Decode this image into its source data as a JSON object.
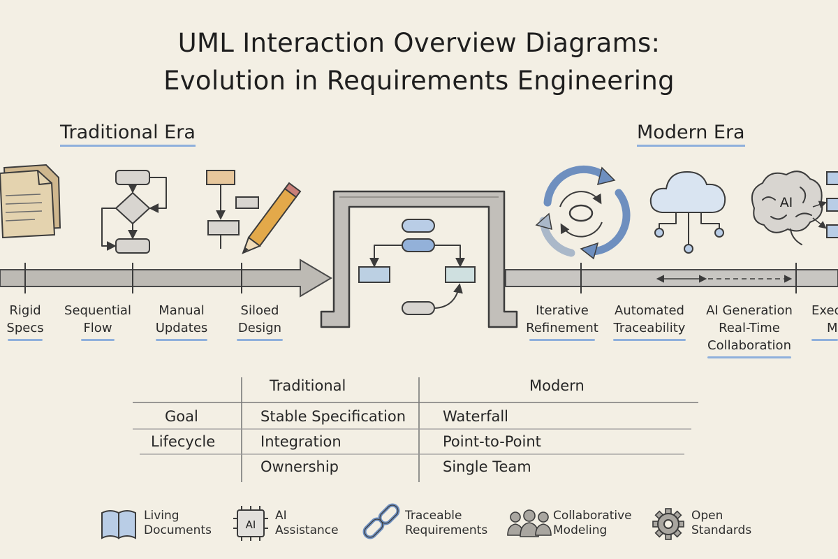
{
  "title": {
    "line1": "UML Interaction Overview Diagrams:",
    "line2": "Evolution in Requirements Engineering"
  },
  "eras": {
    "traditional": "Traditional Era",
    "modern": "Modern Era"
  },
  "traditional_stages": [
    {
      "line1": "Rigid",
      "line2": "Specs"
    },
    {
      "line1": "Sequential",
      "line2": "Flow"
    },
    {
      "line1": "Manual",
      "line2": "Updates"
    },
    {
      "line1": "Siloed",
      "line2": "Design"
    }
  ],
  "modern_stages": [
    {
      "line1": "Iterative",
      "line2": "Refinement"
    },
    {
      "line1": "Automated",
      "line2": "Traceability"
    },
    {
      "line1": "AI Generation",
      "line2": "Real-Time",
      "line3": "Collaboration"
    },
    {
      "line1": "Exec",
      "line2": "M"
    }
  ],
  "brain_label": "AI",
  "comparison": {
    "headers": {
      "traditional": "Traditional",
      "modern": "Modern"
    },
    "rows": [
      {
        "label": "Goal",
        "traditional": "Stable Specification",
        "modern": "Waterfall"
      },
      {
        "label": "Lifecycle",
        "traditional": "Integration",
        "modern": "Point-to-Point"
      },
      {
        "label": "",
        "traditional": "Ownership",
        "modern": "Single Team"
      }
    ]
  },
  "features": [
    {
      "icon": "book-icon",
      "line1": "Living",
      "line2": "Documents"
    },
    {
      "icon": "ai-chip-icon",
      "chip_label": "AI",
      "line1": "AI",
      "line2": "Assistance"
    },
    {
      "icon": "chain-link-icon",
      "line1": "Traceable",
      "line2": "Requirements"
    },
    {
      "icon": "people-icon",
      "line1": "Collaborative",
      "line2": "Modeling"
    },
    {
      "icon": "gear-icon",
      "line1": "Open",
      "line2": "Standards"
    }
  ],
  "colors": {
    "background": "#f3efe4",
    "accent_blue": "#8fb0dc",
    "ink": "#3b3b3b"
  }
}
